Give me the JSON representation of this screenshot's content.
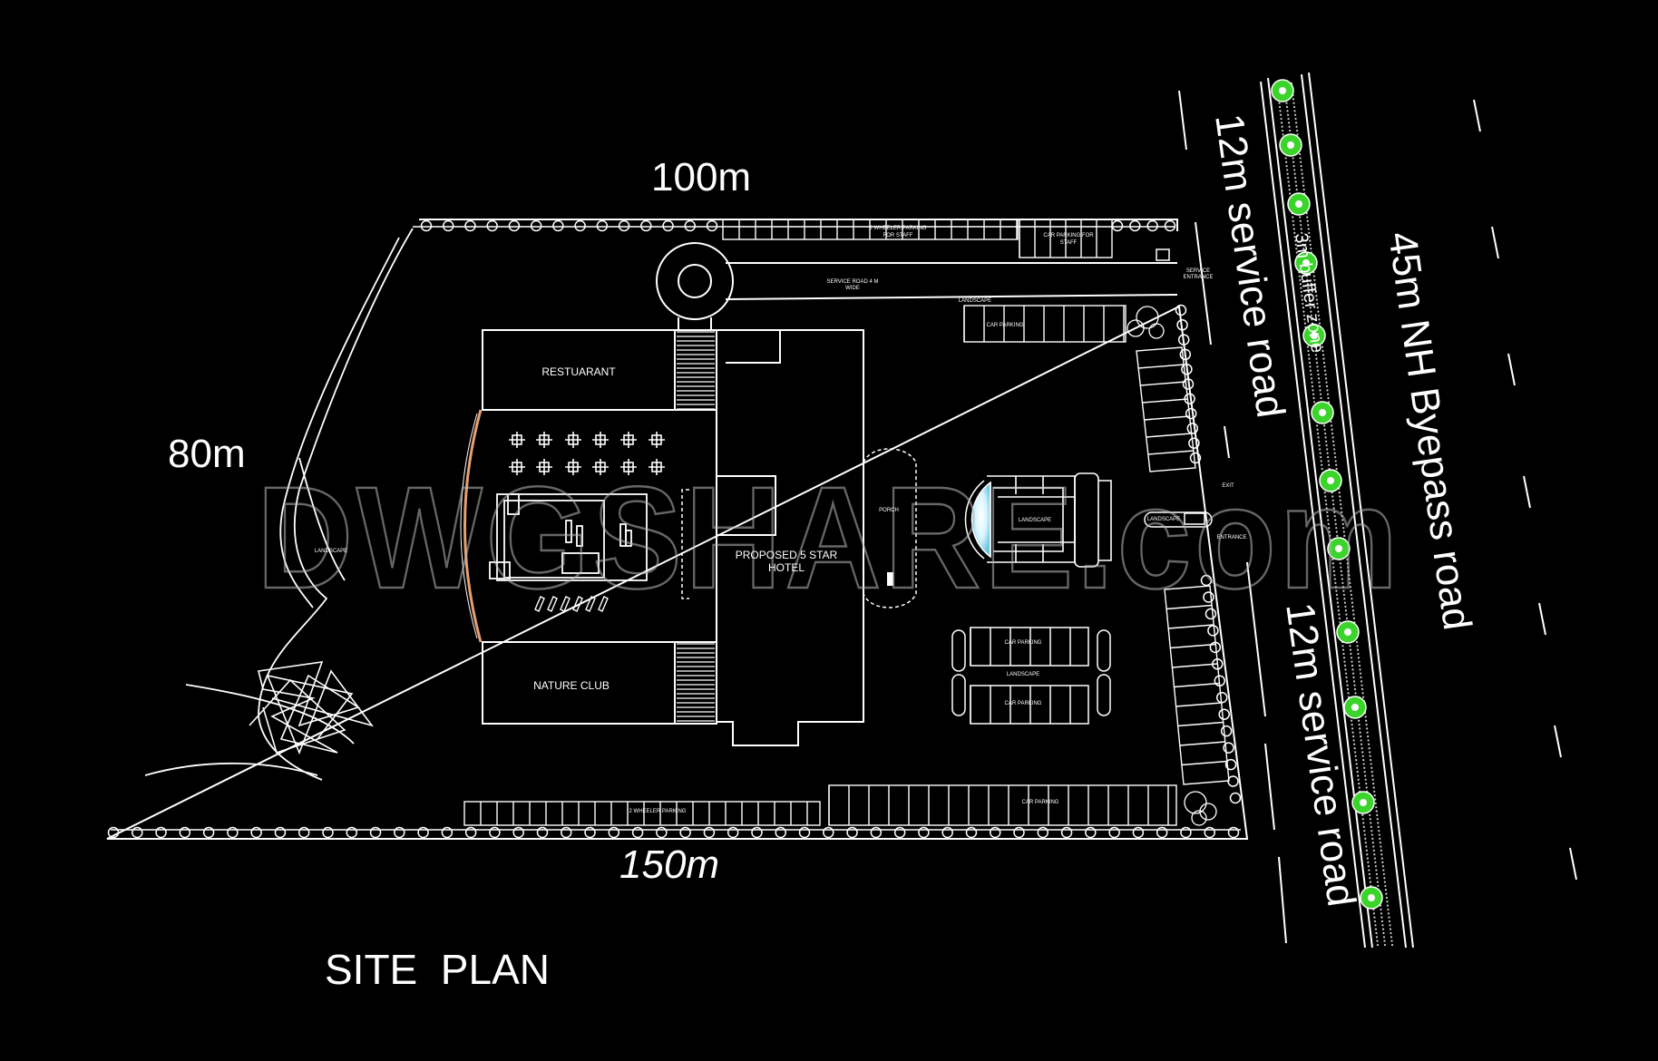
{
  "dimensions": {
    "top": "100m",
    "left": "80m",
    "bottom": "150m"
  },
  "title": "SITE  PLAN",
  "watermark": "DWGSHARE.com",
  "roads": {
    "service_road_upper": "12m service road",
    "service_road_lower": "12m service road",
    "buffer": "3m buffer zone",
    "highway": "45m NH Byepass road"
  },
  "buildings": {
    "restaurant": "RESTUARANT",
    "nature_club": "NATURE CLUB",
    "hotel_line1": "PROPOSED 5 STAR",
    "hotel_line2": "HOTEL",
    "porch": "PORCH"
  },
  "labels": {
    "two_wheeler_staff_line1": "2 WHEELER PARKING",
    "two_wheeler_staff_line2": "FOR STAFF",
    "car_staff_line1": "CAR PARKING FOR",
    "car_staff_line2": "STAFF",
    "service_road_line1": "SERVICE ROAD 4 M",
    "service_road_line2": "WIDE",
    "landscape_top": "LANDSCAPE",
    "car_parking_top": "CAR PARKING",
    "service_entrance_line1": "SERVICE",
    "service_entrance_line2": "ENTRANCE",
    "exit": "EXIT",
    "entrance": "ENTRANCE",
    "landscape_gate": "LANDSCAPE",
    "landscape_center": "LANDSCAPE",
    "car_parking_mid1": "CAR PARKING",
    "landscape_mid": "LANDSCAPE",
    "car_parking_mid2": "CAR PARKING",
    "landscape_left": "LANDSCAPE",
    "two_wheeler_bottom": "2 WHEELER PARKING",
    "car_parking_bottom": "CAR PARKING"
  },
  "colors": {
    "background": "#000000",
    "line": "#ffffff",
    "tree": "#3bd42a",
    "arc": "#e8a070"
  }
}
